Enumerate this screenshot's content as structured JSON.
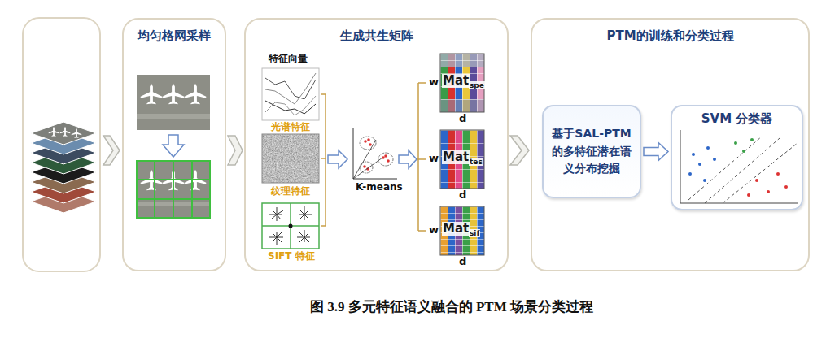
{
  "diagram": {
    "caption": "图 3.9 多元特征语义融合的 PTM 场景分类过程",
    "nodes": [
      {
        "text": [
          "均匀格网采样"
        ]
      },
      {
        "text": [
          "生成共生矩阵"
        ]
      },
      {
        "text": [
          "PTM的训练和分类过程"
        ]
      },
      {
        "text": [
          "基于SAL-PTM的多特征潜在语义分布挖掘"
        ],
        "in": 2
      },
      {
        "text": [
          "SVM 分类器"
        ],
        "in": 2
      }
    ],
    "edges": [
      {
        "from": 0,
        "to": 1,
        "arrow": "to"
      },
      {
        "from": 1,
        "to": 2,
        "arrow": "to"
      },
      {
        "from": 3,
        "to": 4,
        "arrow": "to"
      }
    ],
    "labels": [
      "特征向量",
      "光谱特征",
      "纹理特征",
      "SIFT 特征",
      "K-means",
      "w",
      "Mat",
      "spe",
      "d",
      "w",
      "Mat",
      "tes",
      "d",
      "w",
      "Mat",
      "sif",
      "d"
    ]
  }
}
